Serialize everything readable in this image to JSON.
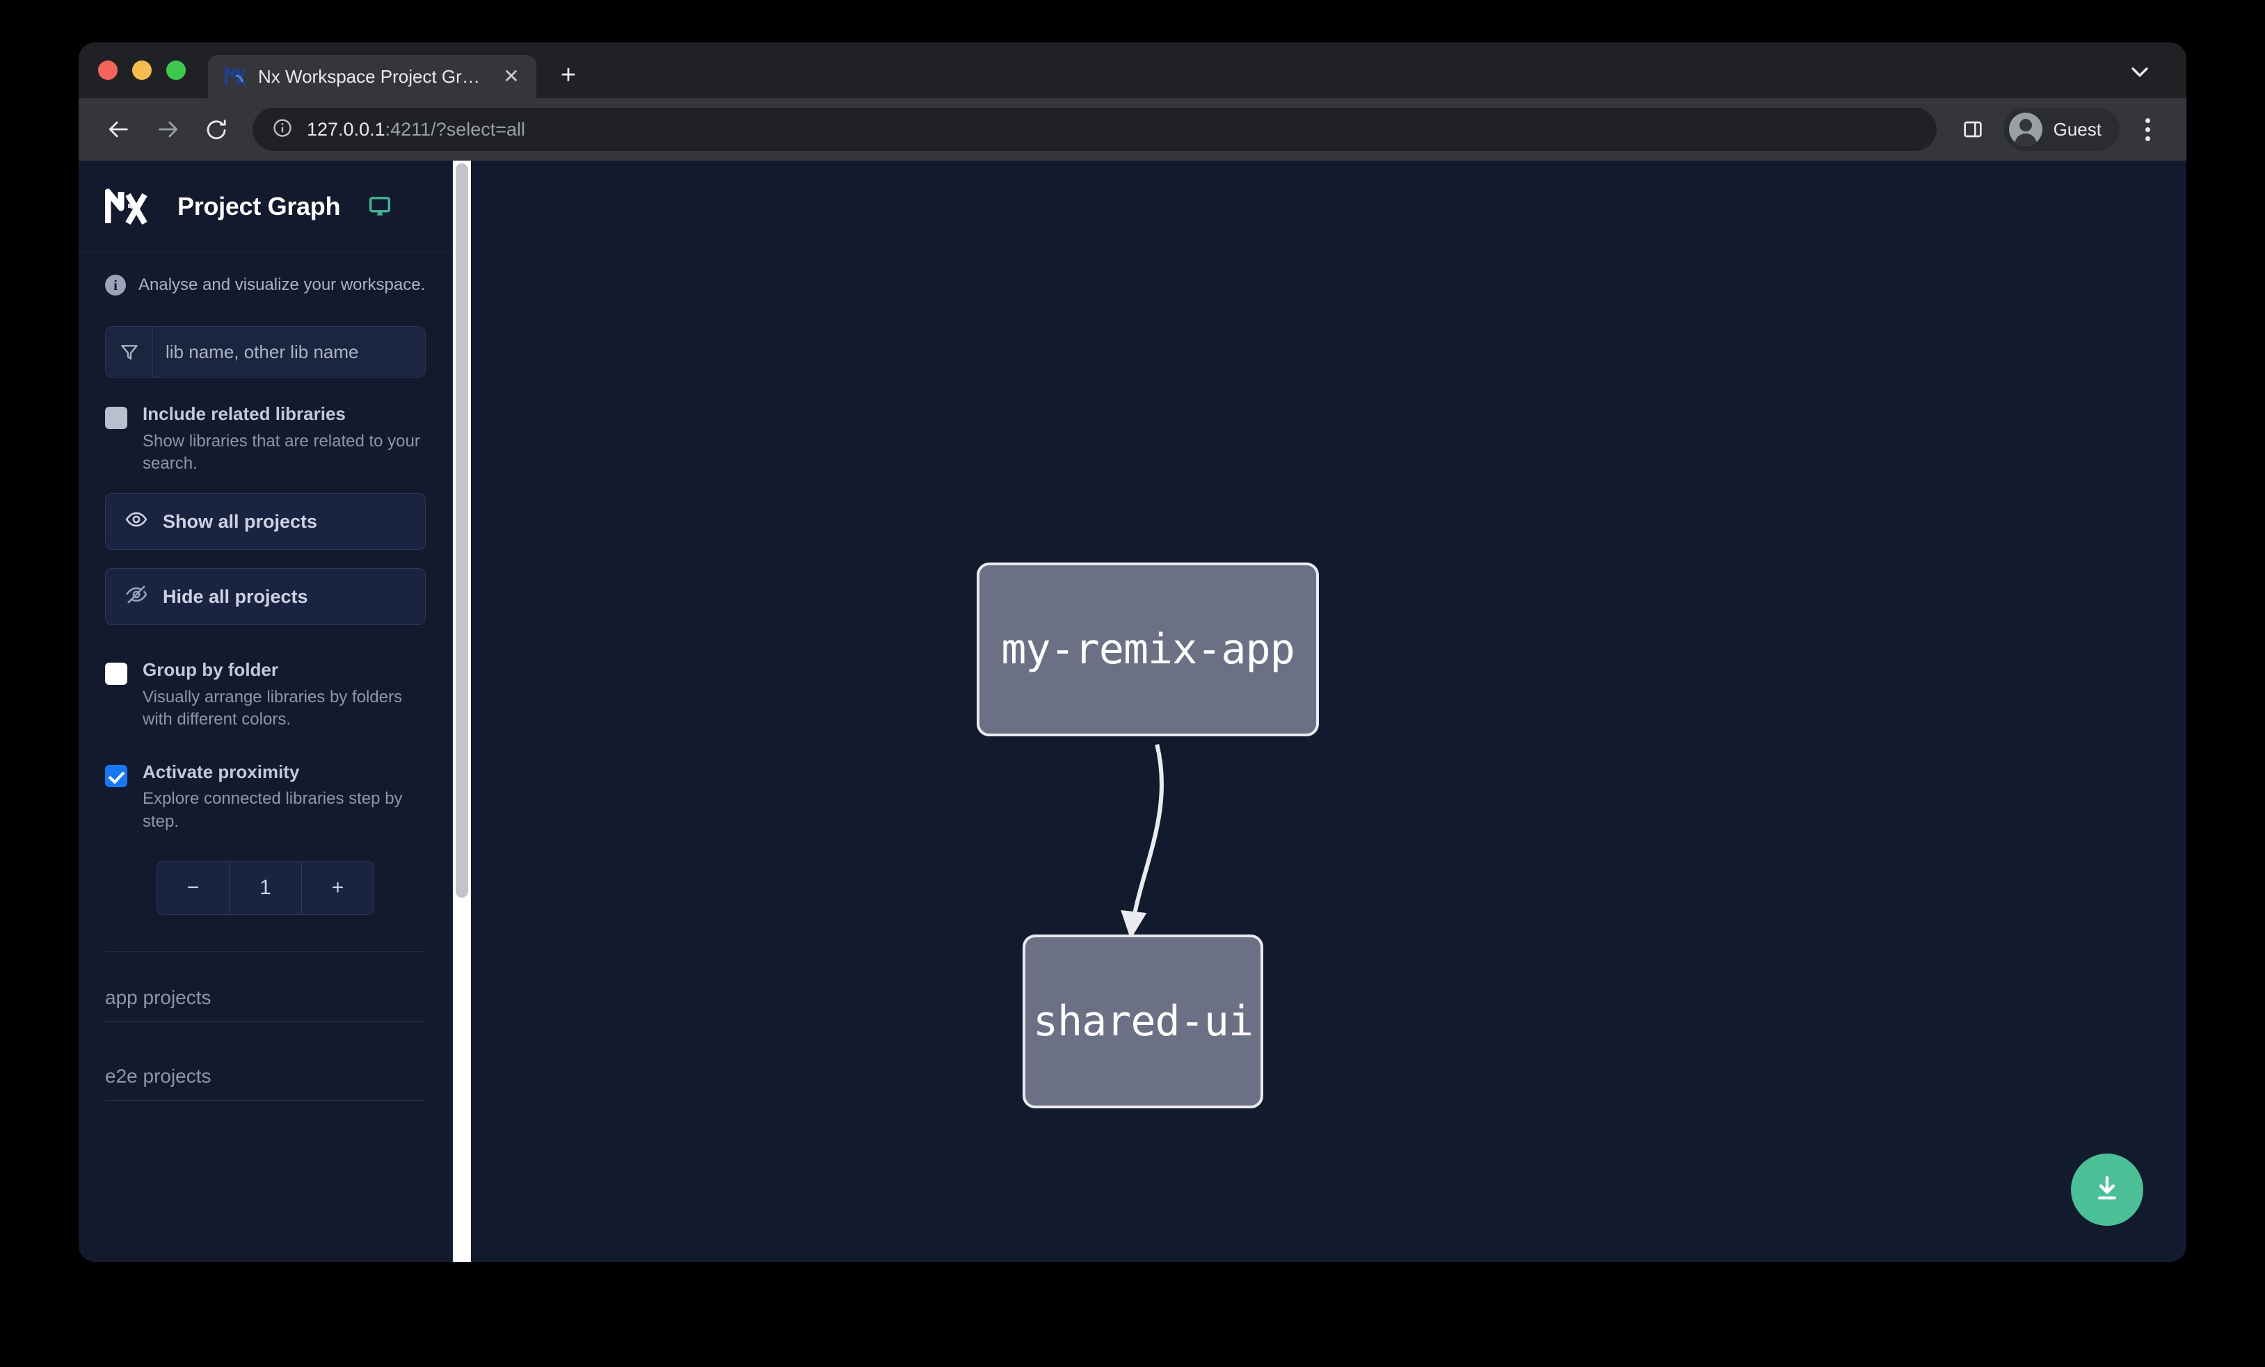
{
  "browser": {
    "tab": {
      "title": "Nx Workspace Project Graph",
      "close_label": "✕",
      "favicon": "nx-favicon"
    },
    "new_tab_label": "+",
    "tab_search_icon": "chevron-down-icon",
    "toolbar": {
      "back_icon": "back-arrow-icon",
      "forward_icon": "forward-arrow-icon",
      "reload_icon": "reload-icon",
      "site_info_icon": "info-circle-icon",
      "url_host": "127.0.0.1",
      "url_rest": ":4211/?select=all",
      "side_panel_icon": "side-panel-icon",
      "profile_name": "Guest",
      "menu_icon": "kebab-menu-icon"
    }
  },
  "sidebar": {
    "title": "Project Graph",
    "logo": "nx-logo",
    "monitor_icon": "monitor-icon",
    "info_icon": "info-icon",
    "info_text": "Analyse and visualize your workspace.",
    "filter": {
      "icon": "funnel-filter-icon",
      "placeholder": "lib name, other lib name",
      "value": ""
    },
    "options": [
      {
        "id": "include-related-libraries",
        "label": "Include related libraries",
        "description": "Show libraries that are related to your search.",
        "state": "disabled"
      },
      {
        "id": "group-by-folder",
        "label": "Group by folder",
        "description": "Visually arrange libraries by folders with different colors.",
        "state": "unchecked"
      },
      {
        "id": "activate-proximity",
        "label": "Activate proximity",
        "description": "Explore connected libraries step by step.",
        "state": "checked"
      }
    ],
    "buttons": [
      {
        "id": "show-all-projects",
        "label": "Show all projects",
        "icon": "eye-icon"
      },
      {
        "id": "hide-all-projects",
        "label": "Hide all projects",
        "icon": "eye-off-icon"
      }
    ],
    "stepper": {
      "decrement_label": "−",
      "value": "1",
      "increment_label": "+"
    },
    "project_sections": [
      {
        "id": "app-projects",
        "label": "app projects"
      },
      {
        "id": "e2e-projects",
        "label": "e2e projects"
      }
    ]
  },
  "graph": {
    "nodes": [
      {
        "id": "my-remix-app",
        "label": "my-remix-app"
      },
      {
        "id": "shared-ui",
        "label": "shared-ui"
      }
    ],
    "edges": [
      {
        "from": "my-remix-app",
        "to": "shared-ui"
      }
    ],
    "download_button": {
      "icon": "download-icon",
      "color": "#4bbf96"
    }
  },
  "colors": {
    "sidebar_bg": "#131a2e",
    "graph_bg": "#121a2d",
    "node_fill": "#6b7084",
    "node_border": "#e9ebf0",
    "accent_green": "#4bbf96",
    "checkbox_checked": "#1877f2"
  }
}
